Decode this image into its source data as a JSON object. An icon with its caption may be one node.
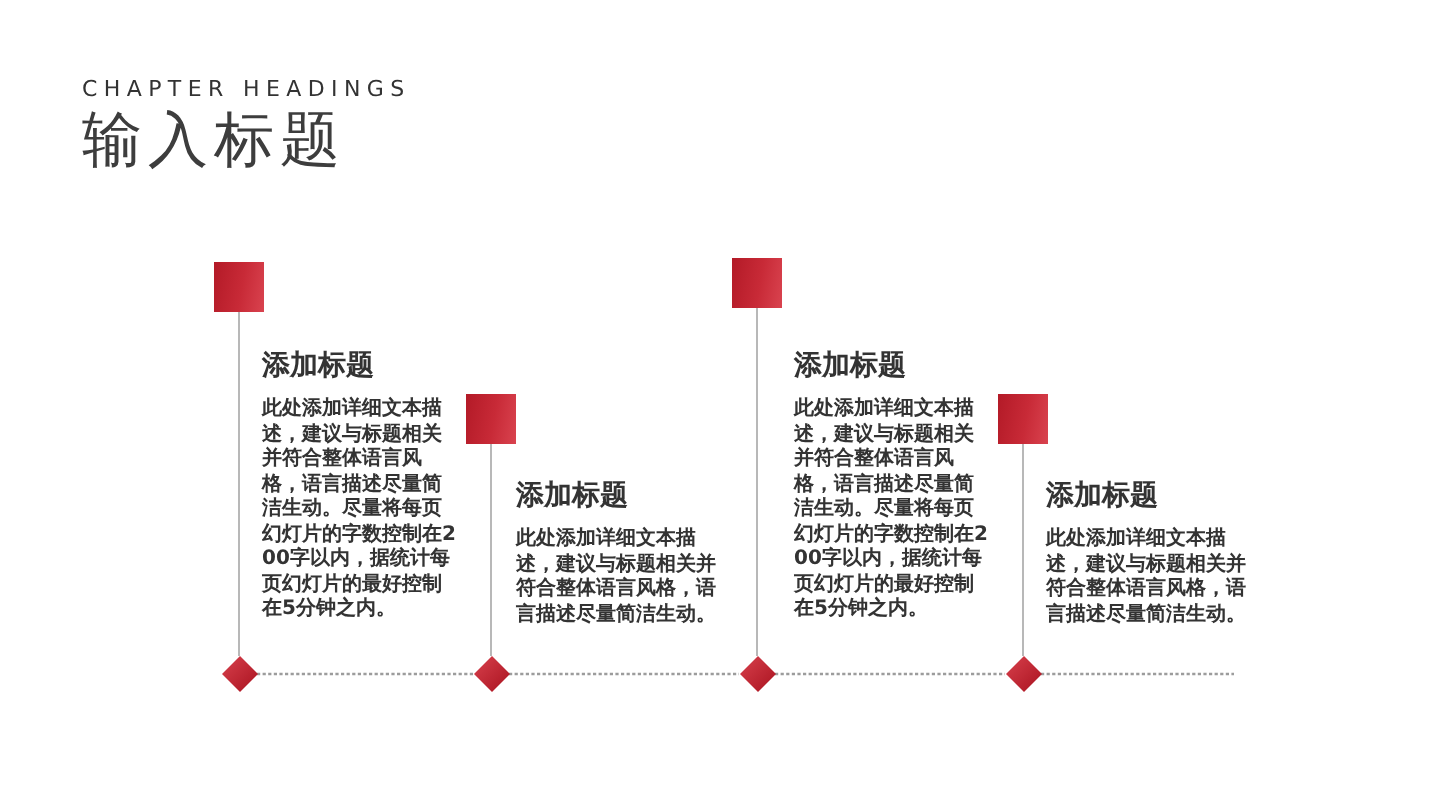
{
  "diagram": {
    "title": "输入标题",
    "nodes": [
      {
        "text": [],
        "shape": "box"
      },
      {
        "text": [],
        "shape": "box"
      },
      {
        "text": [],
        "shape": "box"
      },
      {
        "text": [],
        "shape": "box"
      },
      {
        "text": [],
        "shape": "diamond"
      },
      {
        "text": [],
        "shape": "diamond"
      },
      {
        "text": [],
        "shape": "diamond"
      },
      {
        "text": [],
        "shape": "diamond"
      }
    ],
    "edges": [
      {
        "from": 0,
        "to": 4,
        "arrow": "none"
      },
      {
        "from": 1,
        "to": 5,
        "arrow": "none"
      },
      {
        "from": 2,
        "to": 6,
        "arrow": "none"
      },
      {
        "from": 3,
        "to": 7,
        "arrow": "none"
      },
      {
        "from": 4,
        "to": 5,
        "arrow": "none",
        "style": "dashed"
      },
      {
        "from": 5,
        "to": 6,
        "arrow": "none",
        "style": "dashed"
      },
      {
        "from": 6,
        "to": 7,
        "arrow": "none",
        "style": "dashed"
      },
      {
        "from": 7,
        "to": null,
        "arrow": "none",
        "style": "dashed"
      }
    ],
    "labels": [
      "CHAPTER HEADINGS",
      "添加标题",
      "此处添加详细文本描述，建议与标题相关并符合整体语言风格，语言描述尽量简洁生动。尽量将每页幻灯片的字数控制在200字以内，据统计每页幻灯片的最好控制在5分钟之内。",
      "添加标题",
      "此处添加详细文本描述，建议与标题相关并符合整体语言风格，语言描述尽量简洁生动。",
      "添加标题",
      "此处添加详细文本描述，建议与标题相关并符合整体语言风格，语言描述尽量简洁生动。尽量将每页幻灯片的字数控制在200字以内，据统计每页幻灯片的最好控制在5分钟之内。",
      "添加标题",
      "此处添加详细文本描述，建议与标题相关并符合整体语言风格，语言描述尽量简洁生动。"
    ]
  }
}
